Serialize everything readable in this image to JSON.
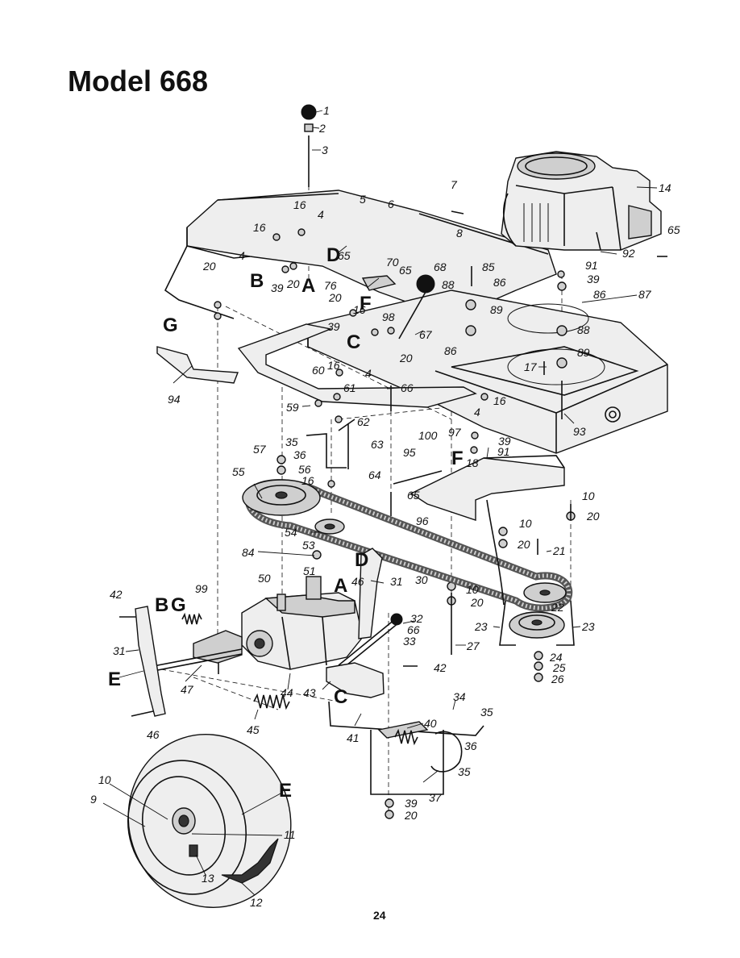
{
  "title": "Model 668",
  "page_number": "24",
  "reference_letters": [
    "D",
    "A",
    "B",
    "G",
    "F",
    "C",
    "F",
    "D",
    "A",
    "B",
    "G",
    "E",
    "C",
    "E"
  ],
  "part_labels": [
    "1",
    "2",
    "3",
    "5",
    "6",
    "7",
    "8",
    "14",
    "65",
    "16",
    "4",
    "16",
    "4",
    "65",
    "92",
    "70",
    "65",
    "68",
    "85",
    "91",
    "39",
    "86",
    "87",
    "20",
    "39",
    "20",
    "76",
    "20",
    "16",
    "98",
    "88",
    "86",
    "89",
    "88",
    "39",
    "67",
    "20",
    "86",
    "89",
    "17",
    "94",
    "16",
    "60",
    "4",
    "61",
    "59",
    "66",
    "16",
    "62",
    "4",
    "39",
    "93",
    "57",
    "35",
    "36",
    "63",
    "100",
    "97",
    "95",
    "91",
    "56",
    "55",
    "16",
    "64",
    "18",
    "65",
    "96",
    "10",
    "20",
    "10",
    "20",
    "54",
    "53",
    "21",
    "22",
    "84",
    "50",
    "51",
    "46",
    "31",
    "30",
    "10",
    "20",
    "23",
    "23",
    "42",
    "99",
    "32",
    "66",
    "33",
    "27",
    "24",
    "25",
    "26",
    "31",
    "47",
    "44",
    "43",
    "42",
    "34",
    "35",
    "46",
    "45",
    "40",
    "41",
    "36",
    "35",
    "37",
    "39",
    "20",
    "10",
    "9",
    "11",
    "13",
    "12"
  ],
  "icons": [
    "engine-icon",
    "wheel-icon",
    "pulley-icon",
    "belt-icon",
    "transmission-icon",
    "spring-icon",
    "deck-icon"
  ]
}
